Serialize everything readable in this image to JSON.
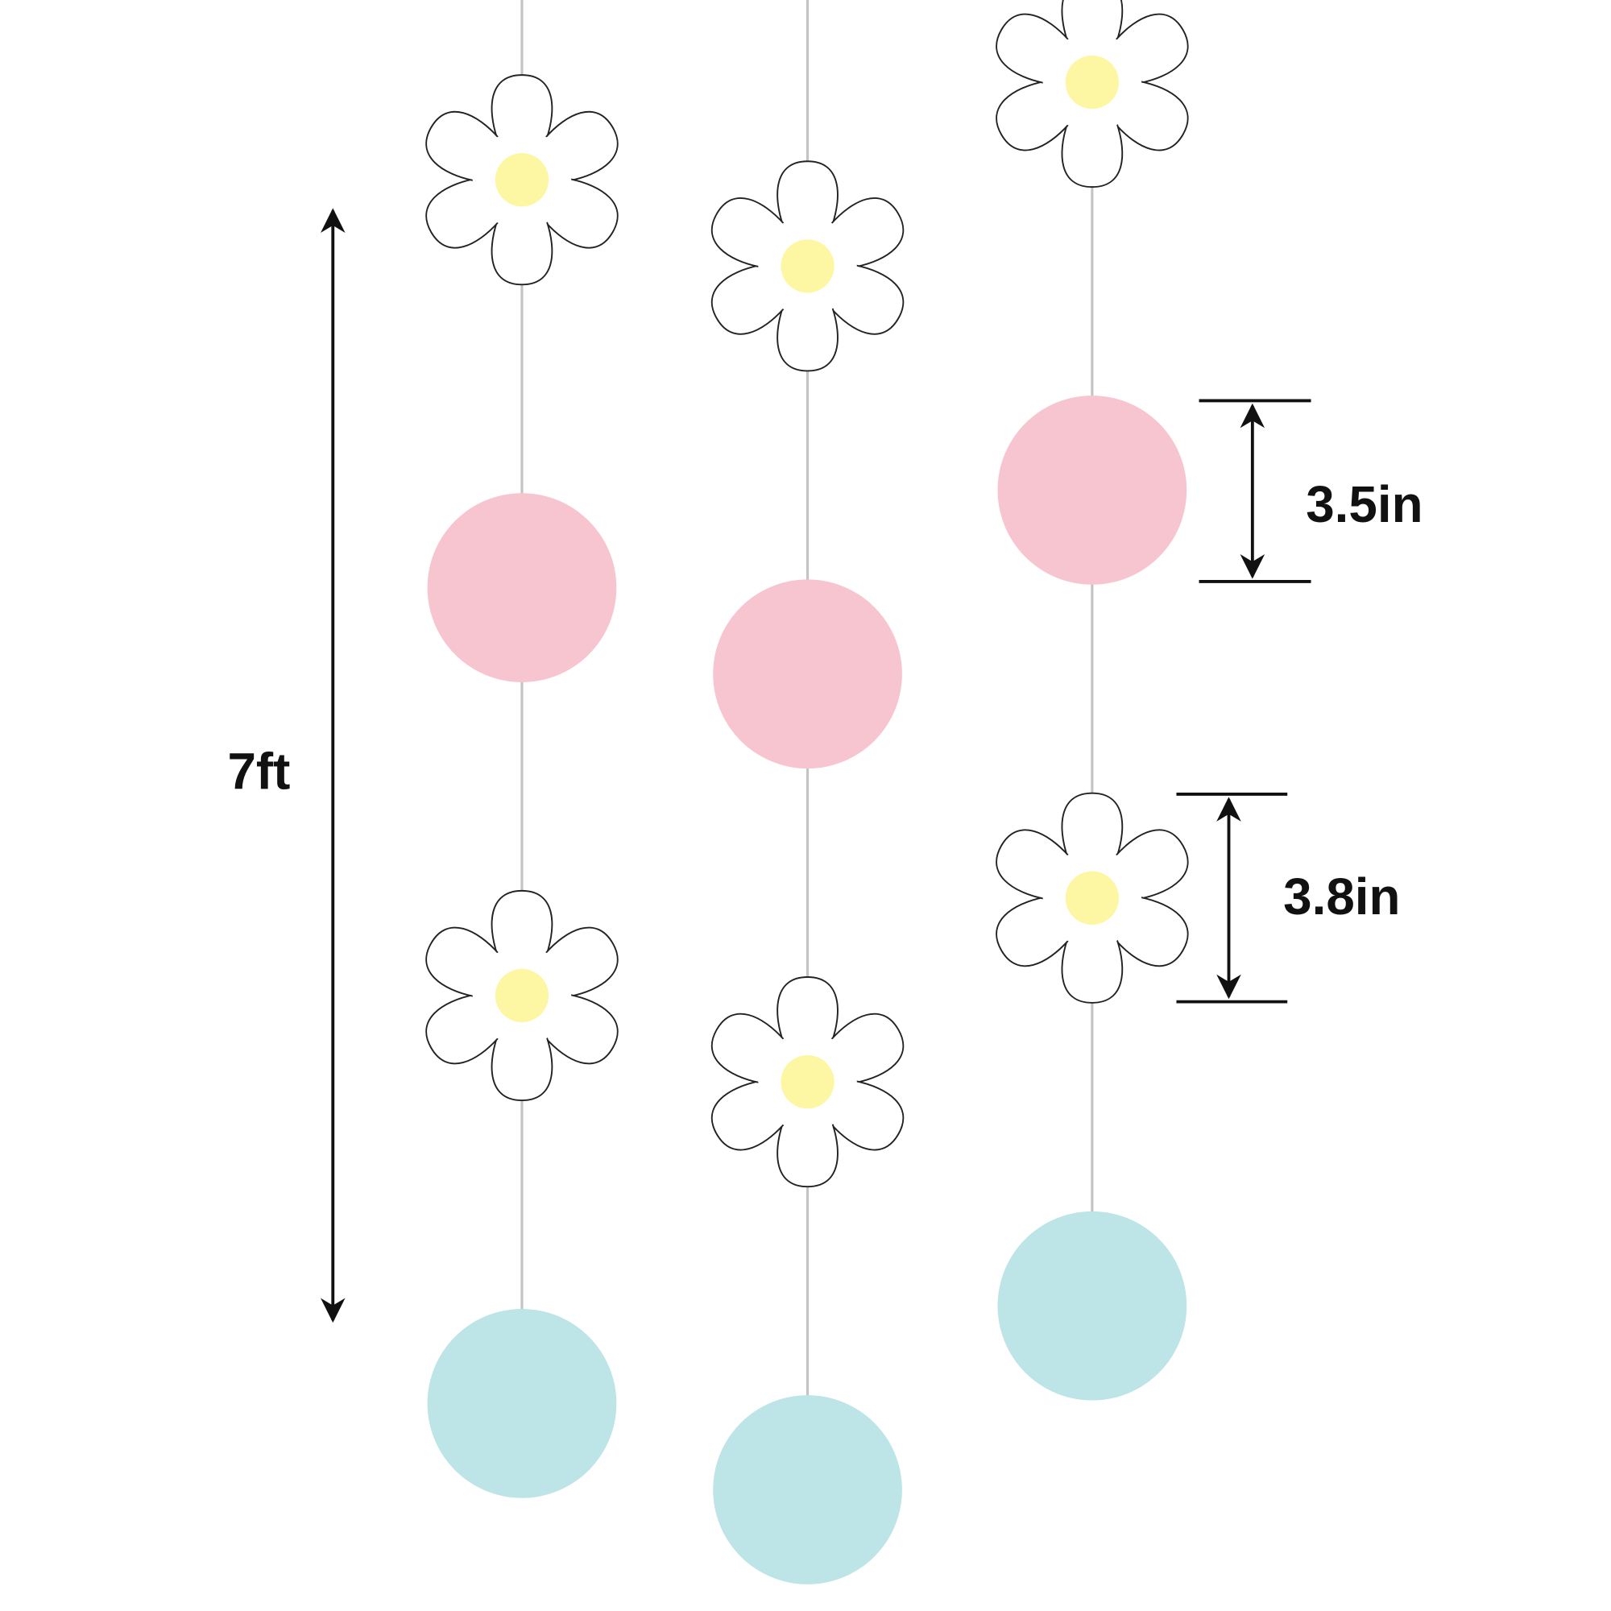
{
  "dimensions": {
    "total_length": "7ft",
    "circle_diameter": "3.5in",
    "flower_diameter": "3.8in"
  },
  "colors": {
    "pink": "#f7c5cf",
    "blue": "#bde4e6",
    "yellow": "#fdf7a3",
    "string": "#c4c4c4",
    "outline": "#222222"
  },
  "strands": [
    {
      "items": [
        "flower",
        "pink-circle",
        "flower",
        "blue-circle"
      ]
    },
    {
      "items": [
        "flower",
        "pink-circle",
        "flower",
        "blue-circle"
      ]
    },
    {
      "items": [
        "flower",
        "pink-circle",
        "flower",
        "blue-circle"
      ]
    }
  ]
}
